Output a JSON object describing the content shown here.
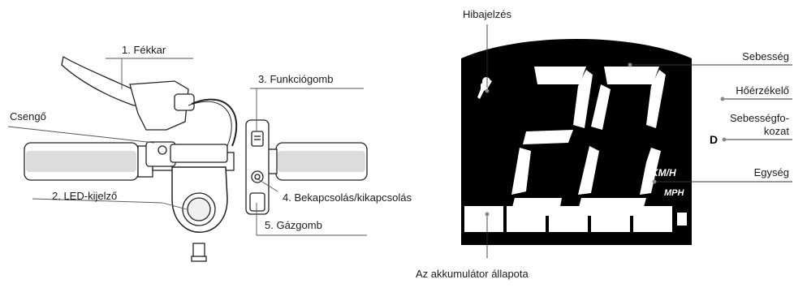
{
  "left_panel": {
    "labels": {
      "brake_lever": "1. Fékkar",
      "bell": "Csengő",
      "function_button": "3. Funkciógomb",
      "led_display": "2. LED-kijelző",
      "power_button": "4. Bekapcsolás/kikapcsolás",
      "throttle": "5. Gázgomb"
    }
  },
  "right_panel": {
    "labels": {
      "error": "Hibajelzés",
      "speed": "Sebesség",
      "temp_sensor": "Hőérzékelő",
      "gear_line1": "Sebességfo-",
      "gear_line2": "kozat",
      "unit": "Egység",
      "battery": "Az akkumulátor állapota"
    },
    "display": {
      "speed_digits": "20",
      "gear_letter": "D",
      "unit_kmh": "KM/H",
      "unit_mph": "MPH",
      "battery_segments": 5
    }
  }
}
